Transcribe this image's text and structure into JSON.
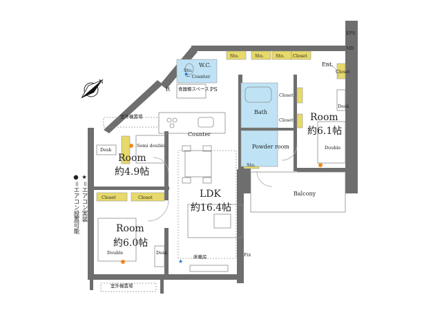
{
  "rooms": {
    "room_left_top": {
      "name": "Room",
      "size": "約4.9帖"
    },
    "room_left_bottom": {
      "name": "Room",
      "size": "約6.0帖"
    },
    "room_right": {
      "name": "Room",
      "size": "約6.1帖"
    },
    "ldk": {
      "name": "LDK",
      "size": "約16.4帖"
    }
  },
  "labels": {
    "bath": "Bath",
    "powder_room": "Powder room",
    "wc": "W.C.",
    "counter_wc": "← Counter",
    "counter_kitchen": "Counter",
    "pantry": "食器棚スペース",
    "ps": "PS",
    "r": "R",
    "ent": "Ent.",
    "eps": "EPS",
    "mb": "MB",
    "balcony": "Balcony",
    "fix": "Fix",
    "floor_heating": "床暖房",
    "outdoor_unit_top": "室外機置場",
    "outdoor_unit_bottom": "室外機置場",
    "desk": "Desk",
    "semi_double": "Semi double",
    "double": "Double",
    "closet": "Closet",
    "sto": "Sto."
  },
  "legend": {
    "star_text": "★＝エアコン実装",
    "dot_text": "●＝エアコン設置可能"
  },
  "compass": "N",
  "colors": {
    "wall": "#6e6e6e",
    "storage": "#e7d96a",
    "wet": "#bfe3f5",
    "floor_line": "#9a9a9a",
    "ac_star": "#1f6fd1",
    "ac_dot": "#f08a1c"
  }
}
